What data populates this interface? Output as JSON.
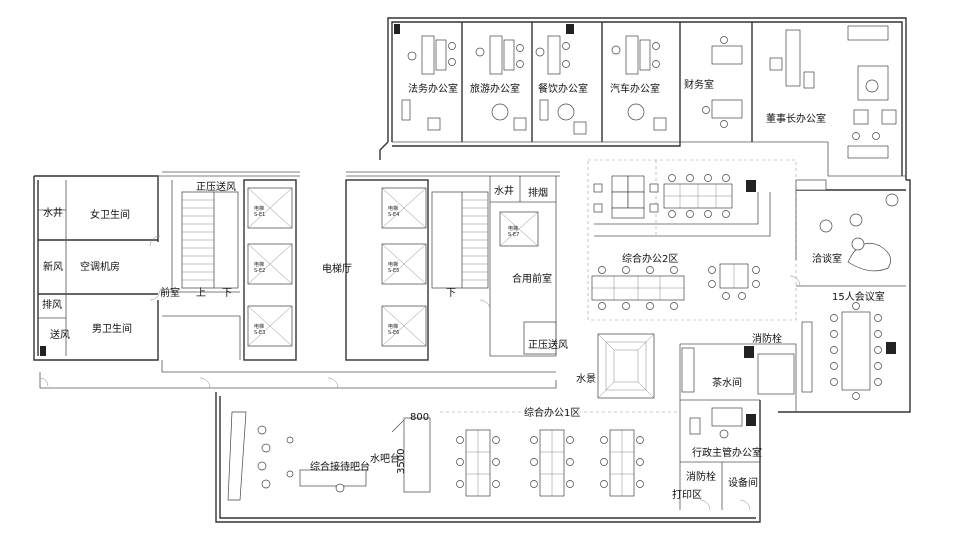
{
  "rooms": {
    "legal_office": "法务办公室",
    "travel_office": "旅游办公室",
    "catering_office": "餐饮办公室",
    "auto_office": "汽车办公室",
    "finance": "财务室",
    "chairman_office": "董事长办公室",
    "water_well_left": "水井",
    "female_wc": "女卫生间",
    "fresh_air": "新风",
    "ac_room": "空调机房",
    "exhaust": "排风",
    "supply_air": "送风",
    "male_wc": "男卫生间",
    "front_room": "前室",
    "pressurize_top": "正压送风",
    "stair_up": "上",
    "stair_down_left": "下",
    "elevator_hall": "电梯厅",
    "stair_down_right": "下",
    "water_well_right": "水井",
    "smoke_exhaust": "排烟",
    "shared_front_room": "合用前室",
    "pressurize_bottom": "正压送风",
    "open_office_2": "综合办公2区",
    "negotiation": "洽谈室",
    "meeting_15": "15人会议室",
    "hydrant_top": "消防栓",
    "tea_room": "茶水间",
    "water_feature": "水景",
    "open_office_1": "综合办公1区",
    "reception_bar": "综合接待吧台",
    "water_bar": "水吧台",
    "dim_800": "800",
    "dim_3500": "3500",
    "admin_office": "行政主管办公室",
    "hydrant_bottom": "消防栓",
    "print_area": "打印区",
    "equipment_room": "设备间"
  },
  "elevators": [
    {
      "name": "电梯",
      "code": "S-E1"
    },
    {
      "name": "电梯",
      "code": "S-E2"
    },
    {
      "name": "电梯",
      "code": "S-E3"
    },
    {
      "name": "电梯",
      "code": "S-E4"
    },
    {
      "name": "电梯",
      "code": "S-E5"
    },
    {
      "name": "电梯",
      "code": "S-E6"
    },
    {
      "name": "电梯",
      "code": "S-E7"
    }
  ]
}
